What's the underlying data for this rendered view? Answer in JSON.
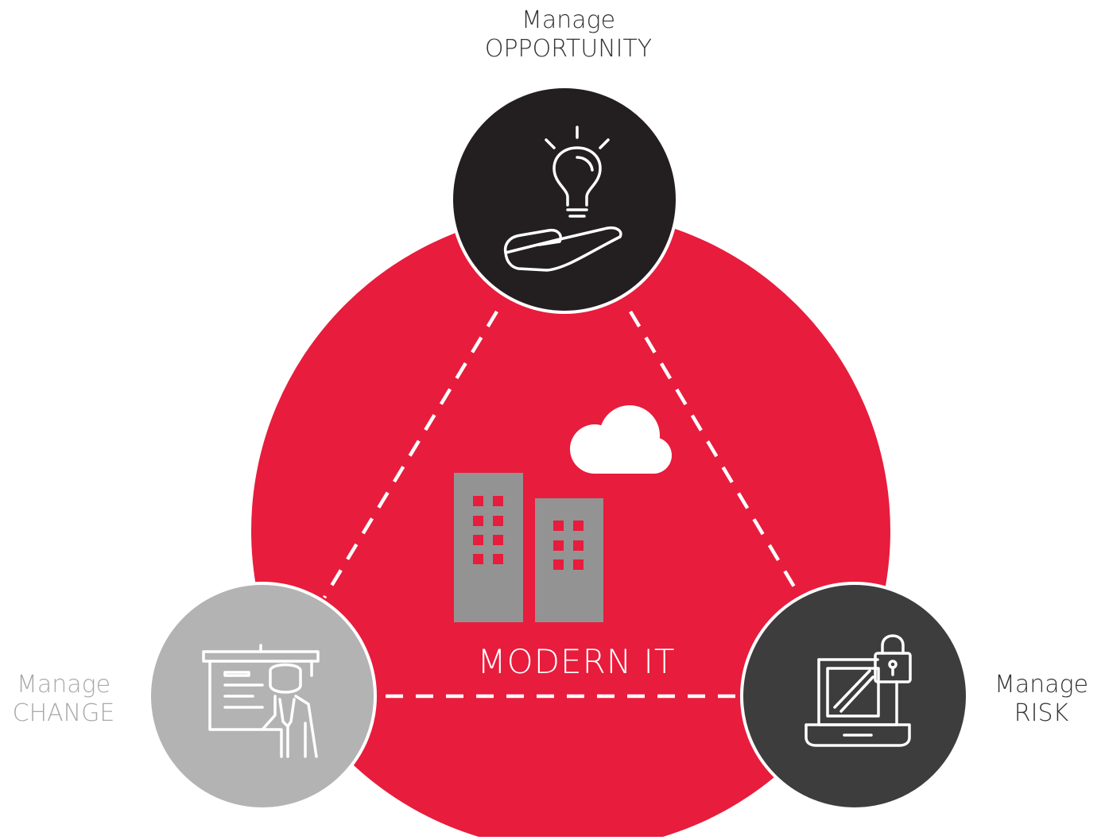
{
  "center": {
    "title": "MODERN IT"
  },
  "nodes": {
    "opportunity": {
      "line1": "Manage",
      "line2": "OPPORTUNITY"
    },
    "change": {
      "line1": "Manage",
      "line2": "CHANGE"
    },
    "risk": {
      "line1": "Manage",
      "line2": "RISK"
    }
  },
  "colors": {
    "main_circle": "#e81c3c",
    "opportunity_node": "#231f20",
    "change_node": "#b2b3b2",
    "risk_node": "#3d3d3d",
    "building": "#939393",
    "label_dark": "#333333",
    "label_light": "#a9a9a9",
    "white": "#ffffff"
  },
  "icons": {
    "opportunity": "lightbulb-hand-icon",
    "change": "presenter-board-icon",
    "risk": "locked-laptop-icon",
    "center": "cloud-buildings-icon"
  }
}
